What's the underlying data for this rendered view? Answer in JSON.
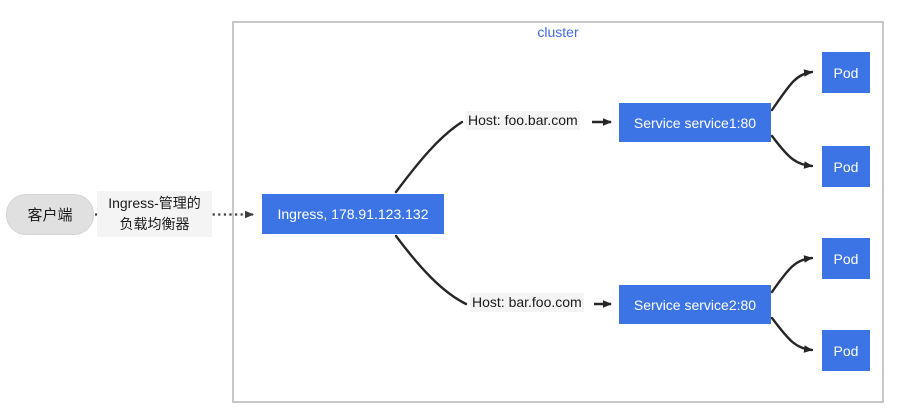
{
  "diagram": {
    "title": "Kubernetes Ingress fan-out diagram",
    "cluster": {
      "label": "cluster",
      "label_color": "#4169e8",
      "border_color": "#c8c8c8"
    },
    "colors": {
      "node_blue": "#3c74e6",
      "node_text": "#ffffff",
      "client_gray": "#e0e0e0",
      "label_bg": "#f4f4f4",
      "edge_black": "#262626",
      "edge_dotted": "#4d4d4d"
    },
    "client": {
      "label": "客户端",
      "shape": "rounded-rect"
    },
    "edges": {
      "client_to_ingress": {
        "label_line1": "Ingress-管理的",
        "label_line2": "负载均衡器",
        "style": "dotted",
        "arrow": "filled-triangle"
      },
      "ingress_to_service1_label": "Host: foo.bar.com",
      "ingress_to_service2_label": "Host: bar.foo.com"
    },
    "nodes": {
      "ingress": {
        "label": "Ingress, 178.91.123.132",
        "name": "ingress"
      },
      "service1": {
        "label": "Service service1:80",
        "name": "service1"
      },
      "service2": {
        "label": "Service service2:80",
        "name": "service2"
      },
      "pods": [
        {
          "label": "Pod",
          "name": "pod-1"
        },
        {
          "label": "Pod",
          "name": "pod-2"
        },
        {
          "label": "Pod",
          "name": "pod-3"
        },
        {
          "label": "Pod",
          "name": "pod-4"
        }
      ]
    }
  }
}
